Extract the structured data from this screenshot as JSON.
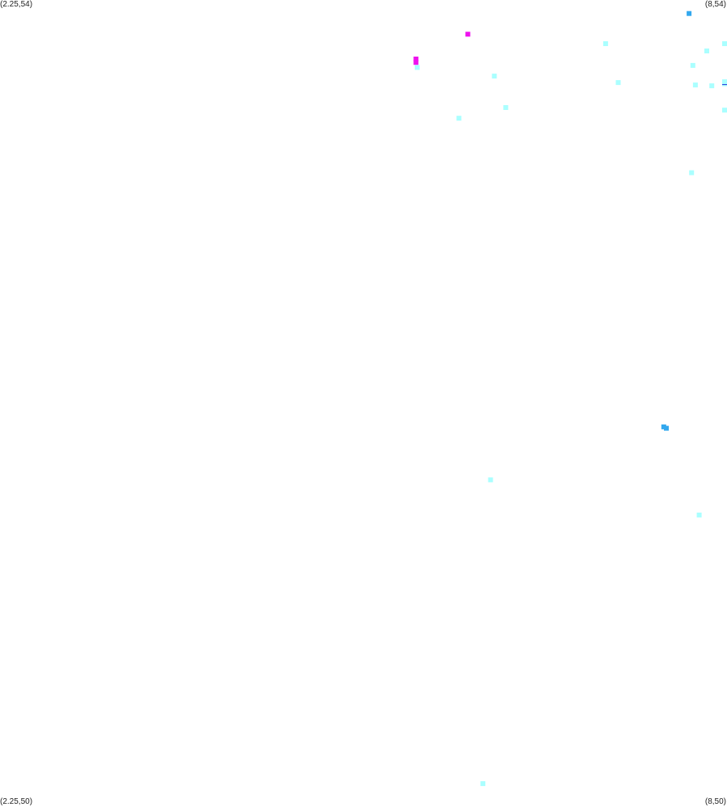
{
  "map": {
    "corner_labels": {
      "top_left": "(2.25,54)",
      "top_right": "(8,54)",
      "bottom_left": "(2.25,50)",
      "bottom_right": "(8,50)"
    },
    "bounds": {
      "lon_min": 2.25,
      "lon_max": 8,
      "lat_min": 50,
      "lat_max": 54
    },
    "colors": {
      "cyan": "#aaffff",
      "light_blue": "#33a8ee",
      "blue": "#2233dd",
      "magenta": "#ee11ee"
    },
    "points": [
      {
        "lon": 7.7,
        "lat": 53.933,
        "color": "light_blue"
      },
      {
        "lon": 5.95,
        "lat": 53.83,
        "color": "magenta"
      },
      {
        "lon": 5.55,
        "lat": 53.665,
        "color": "cyan"
      },
      {
        "lon": 5.54,
        "lat": 53.69,
        "color": "magenta"
      },
      {
        "lon": 5.54,
        "lat": 53.707,
        "color": "magenta"
      },
      {
        "lon": 7.04,
        "lat": 53.783,
        "color": "cyan"
      },
      {
        "lon": 7.84,
        "lat": 53.747,
        "color": "cyan"
      },
      {
        "lon": 7.73,
        "lat": 53.675,
        "color": "cyan"
      },
      {
        "lon": 8.08,
        "lat": 53.783,
        "color": "cyan"
      },
      {
        "lon": 6.16,
        "lat": 53.622,
        "color": "cyan"
      },
      {
        "lon": 7.14,
        "lat": 53.59,
        "color": "cyan"
      },
      {
        "lon": 7.75,
        "lat": 53.578,
        "color": "cyan"
      },
      {
        "lon": 7.88,
        "lat": 53.574,
        "color": "cyan"
      },
      {
        "lon": 8.04,
        "lat": 53.584,
        "color": "cyan"
      },
      {
        "lon": 8.09,
        "lat": 53.59,
        "color": "blue"
      },
      {
        "lon": 8.05,
        "lat": 53.594,
        "color": "cyan"
      },
      {
        "lon": 8.1,
        "lat": 53.453,
        "color": "cyan"
      },
      {
        "lon": 5.88,
        "lat": 53.413,
        "color": "cyan"
      },
      {
        "lon": 6.25,
        "lat": 53.466,
        "color": "cyan"
      },
      {
        "lon": 7.72,
        "lat": 53.142,
        "color": "cyan"
      },
      {
        "lon": 7.5,
        "lat": 51.88,
        "color": "light_blue"
      },
      {
        "lon": 7.52,
        "lat": 51.873,
        "color": "light_blue"
      },
      {
        "lon": 6.13,
        "lat": 51.617,
        "color": "cyan"
      },
      {
        "lon": 7.78,
        "lat": 51.442,
        "color": "cyan"
      },
      {
        "lon": 6.07,
        "lat": 50.108,
        "color": "cyan"
      }
    ]
  }
}
